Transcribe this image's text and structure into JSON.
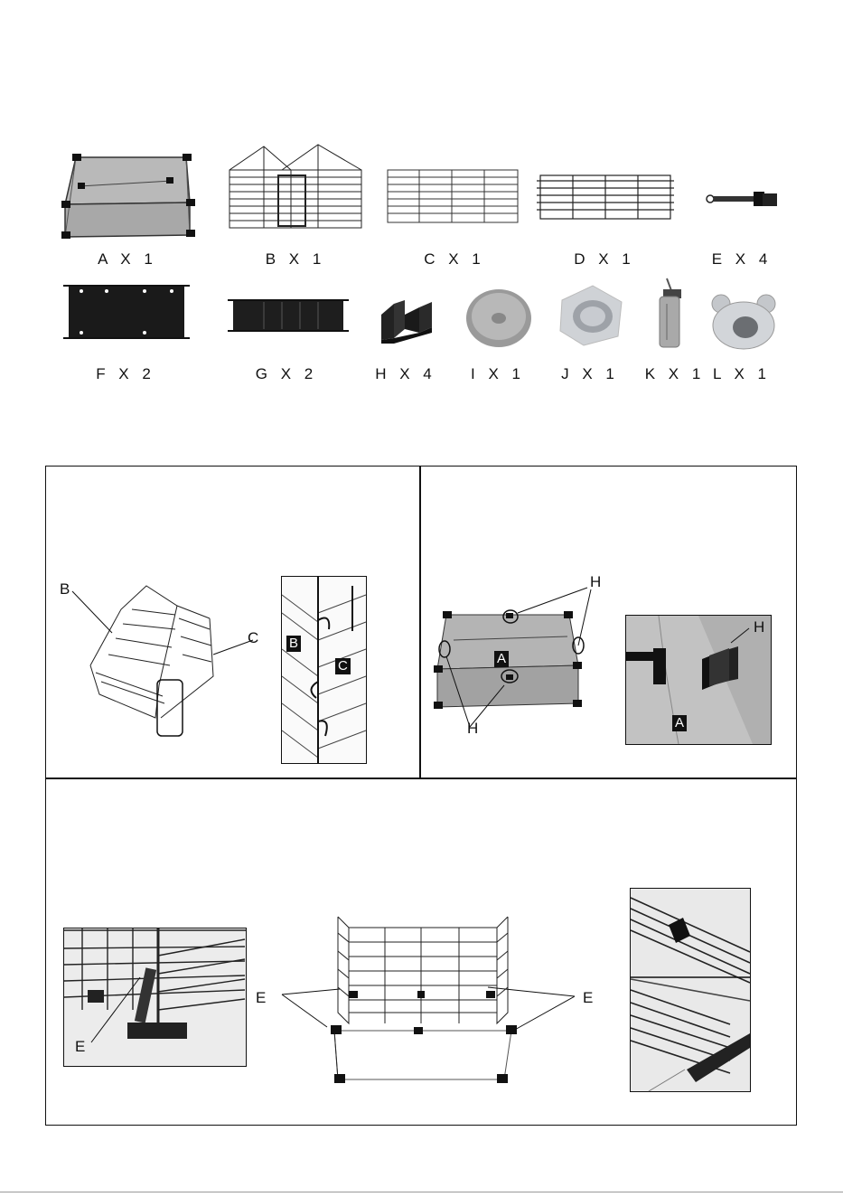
{
  "parts": [
    {
      "id": "A",
      "label": "A X 1",
      "icon": "glass-base-tray"
    },
    {
      "id": "B",
      "label": "B X 1",
      "icon": "gabled-wire-side-panels"
    },
    {
      "id": "C",
      "label": "C X 1",
      "icon": "wire-front-panel"
    },
    {
      "id": "D",
      "label": "D X 1",
      "icon": "wire-roof-panel"
    },
    {
      "id": "E",
      "label": "E X 4",
      "icon": "spring-clip"
    },
    {
      "id": "F",
      "label": "F X 2",
      "icon": "dark-floor-panel"
    },
    {
      "id": "G",
      "label": "G X 2",
      "icon": "dark-ramp-panel"
    },
    {
      "id": "H",
      "label": "H X 4",
      "icon": "corner-clip"
    },
    {
      "id": "I",
      "label": "I X 1",
      "icon": "round-bowl"
    },
    {
      "id": "J",
      "label": "J X 1",
      "icon": "food-dish"
    },
    {
      "id": "K",
      "label": "K X 1",
      "icon": "water-bottle"
    },
    {
      "id": "L",
      "label": "L X 1",
      "icon": "hideout-house"
    }
  ],
  "step1": {
    "callout_b": "B",
    "callout_c": "C",
    "tag_b": "B",
    "tag_c": "C"
  },
  "step2": {
    "callout_h_top": "H",
    "callout_h_bottom": "H",
    "callout_h_detail": "H",
    "tag_a": "A",
    "tag_a_detail": "A"
  },
  "step3": {
    "callout_e_left": "E",
    "callout_e_mid_left": "E",
    "callout_e_mid_right": "E"
  }
}
